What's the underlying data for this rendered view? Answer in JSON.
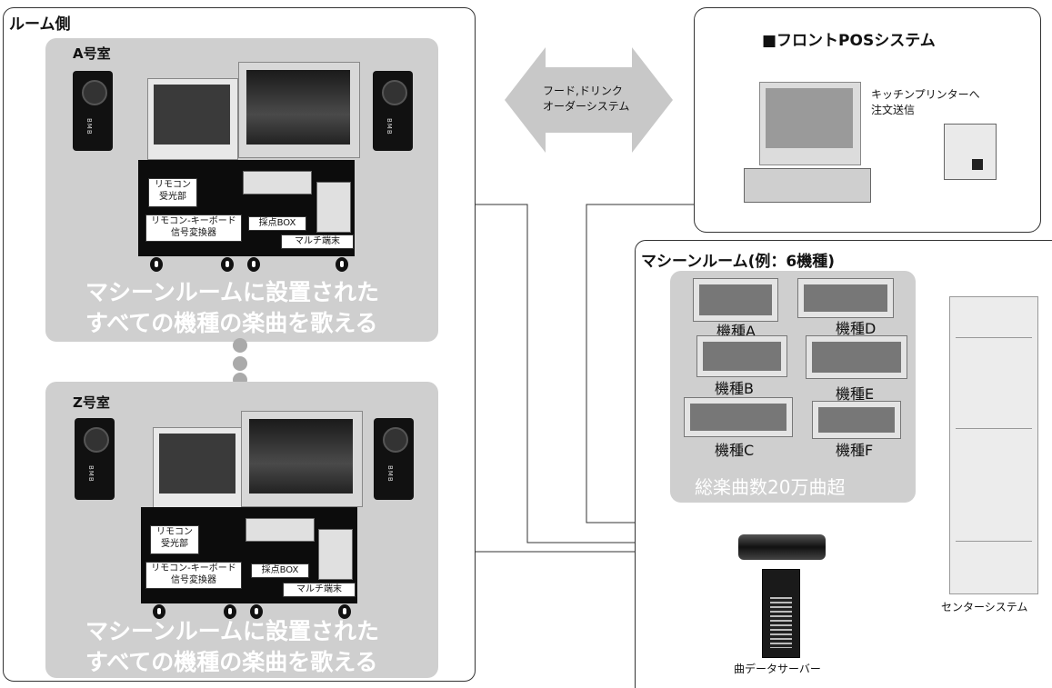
{
  "room_side": {
    "title": "ルーム側",
    "rooms": [
      {
        "name": "A号室",
        "remote_receiver": "リモコン\n受光部",
        "converter": "リモコン-キーボード\n信号変換器",
        "scoring_box": "採点BOX",
        "multi_terminal": "マルチ端末",
        "caption_line1": "マシーンルームに設置された",
        "caption_line2": "すべての機種の楽曲を歌える"
      },
      {
        "name": "Z号室",
        "remote_receiver": "リモコン\n受光部",
        "converter": "リモコン-キーボード\n信号変換器",
        "scoring_box": "採点BOX",
        "multi_terminal": "マルチ端末",
        "caption_line1": "マシーンルームに設置された",
        "caption_line2": "すべての機種の楽曲を歌える"
      }
    ]
  },
  "order_arrow": {
    "line1": "フード,ドリンク",
    "line2": "オーダーシステム"
  },
  "front_pos": {
    "title": "■フロントPOSシステム",
    "printer_note_line1": "キッチンプリンターへ",
    "printer_note_line2": "注文送信"
  },
  "machine_room": {
    "title": "マシーンルーム(例：6機種)",
    "machines": [
      "機種A",
      "機種D",
      "機種B",
      "機種E",
      "機種C",
      "機種F"
    ],
    "total": "総楽曲数20万曲超"
  },
  "center_system": {
    "label": "センターシステム"
  },
  "song_server": {
    "label": "曲データサーバー"
  },
  "colors": {
    "panel_gray": "#cfcfcf",
    "arrow_gray": "#c8c8c8",
    "line": "#333333"
  }
}
